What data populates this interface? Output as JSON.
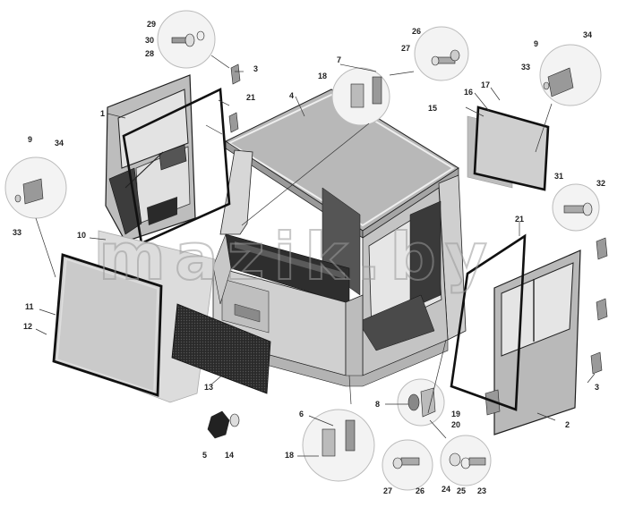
{
  "watermark": "mazik.by",
  "callouts": {
    "n1": "1",
    "n2": "2",
    "n3a": "3",
    "n3b": "3",
    "n4": "4",
    "n5": "5",
    "n6": "6",
    "n7": "7",
    "n8": "8",
    "n9a": "9",
    "n9b": "9",
    "n10": "10",
    "n11": "11",
    "n12": "12",
    "n13": "13",
    "n14": "14",
    "n15": "15",
    "n16": "16",
    "n17": "17",
    "n18a": "18",
    "n18b": "18",
    "n19": "19",
    "n20": "20",
    "n21a": "21",
    "n21b": "21",
    "n23": "23",
    "n24": "24",
    "n25": "25",
    "n26a": "26",
    "n26b": "26",
    "n27a": "27",
    "n27b": "27",
    "n28": "28",
    "n29": "29",
    "n30": "30",
    "n31": "31",
    "n32": "32",
    "n33a": "33",
    "n33b": "33",
    "n34a": "34",
    "n34b": "34"
  },
  "colors": {
    "cab_roof": "#b5b5b5",
    "cab_body": "#d4d4d4",
    "cab_dark": "#3a3a3a",
    "glass": "#c9c9c9",
    "door": "#bdbdbd",
    "line": "#1e1e1e"
  }
}
